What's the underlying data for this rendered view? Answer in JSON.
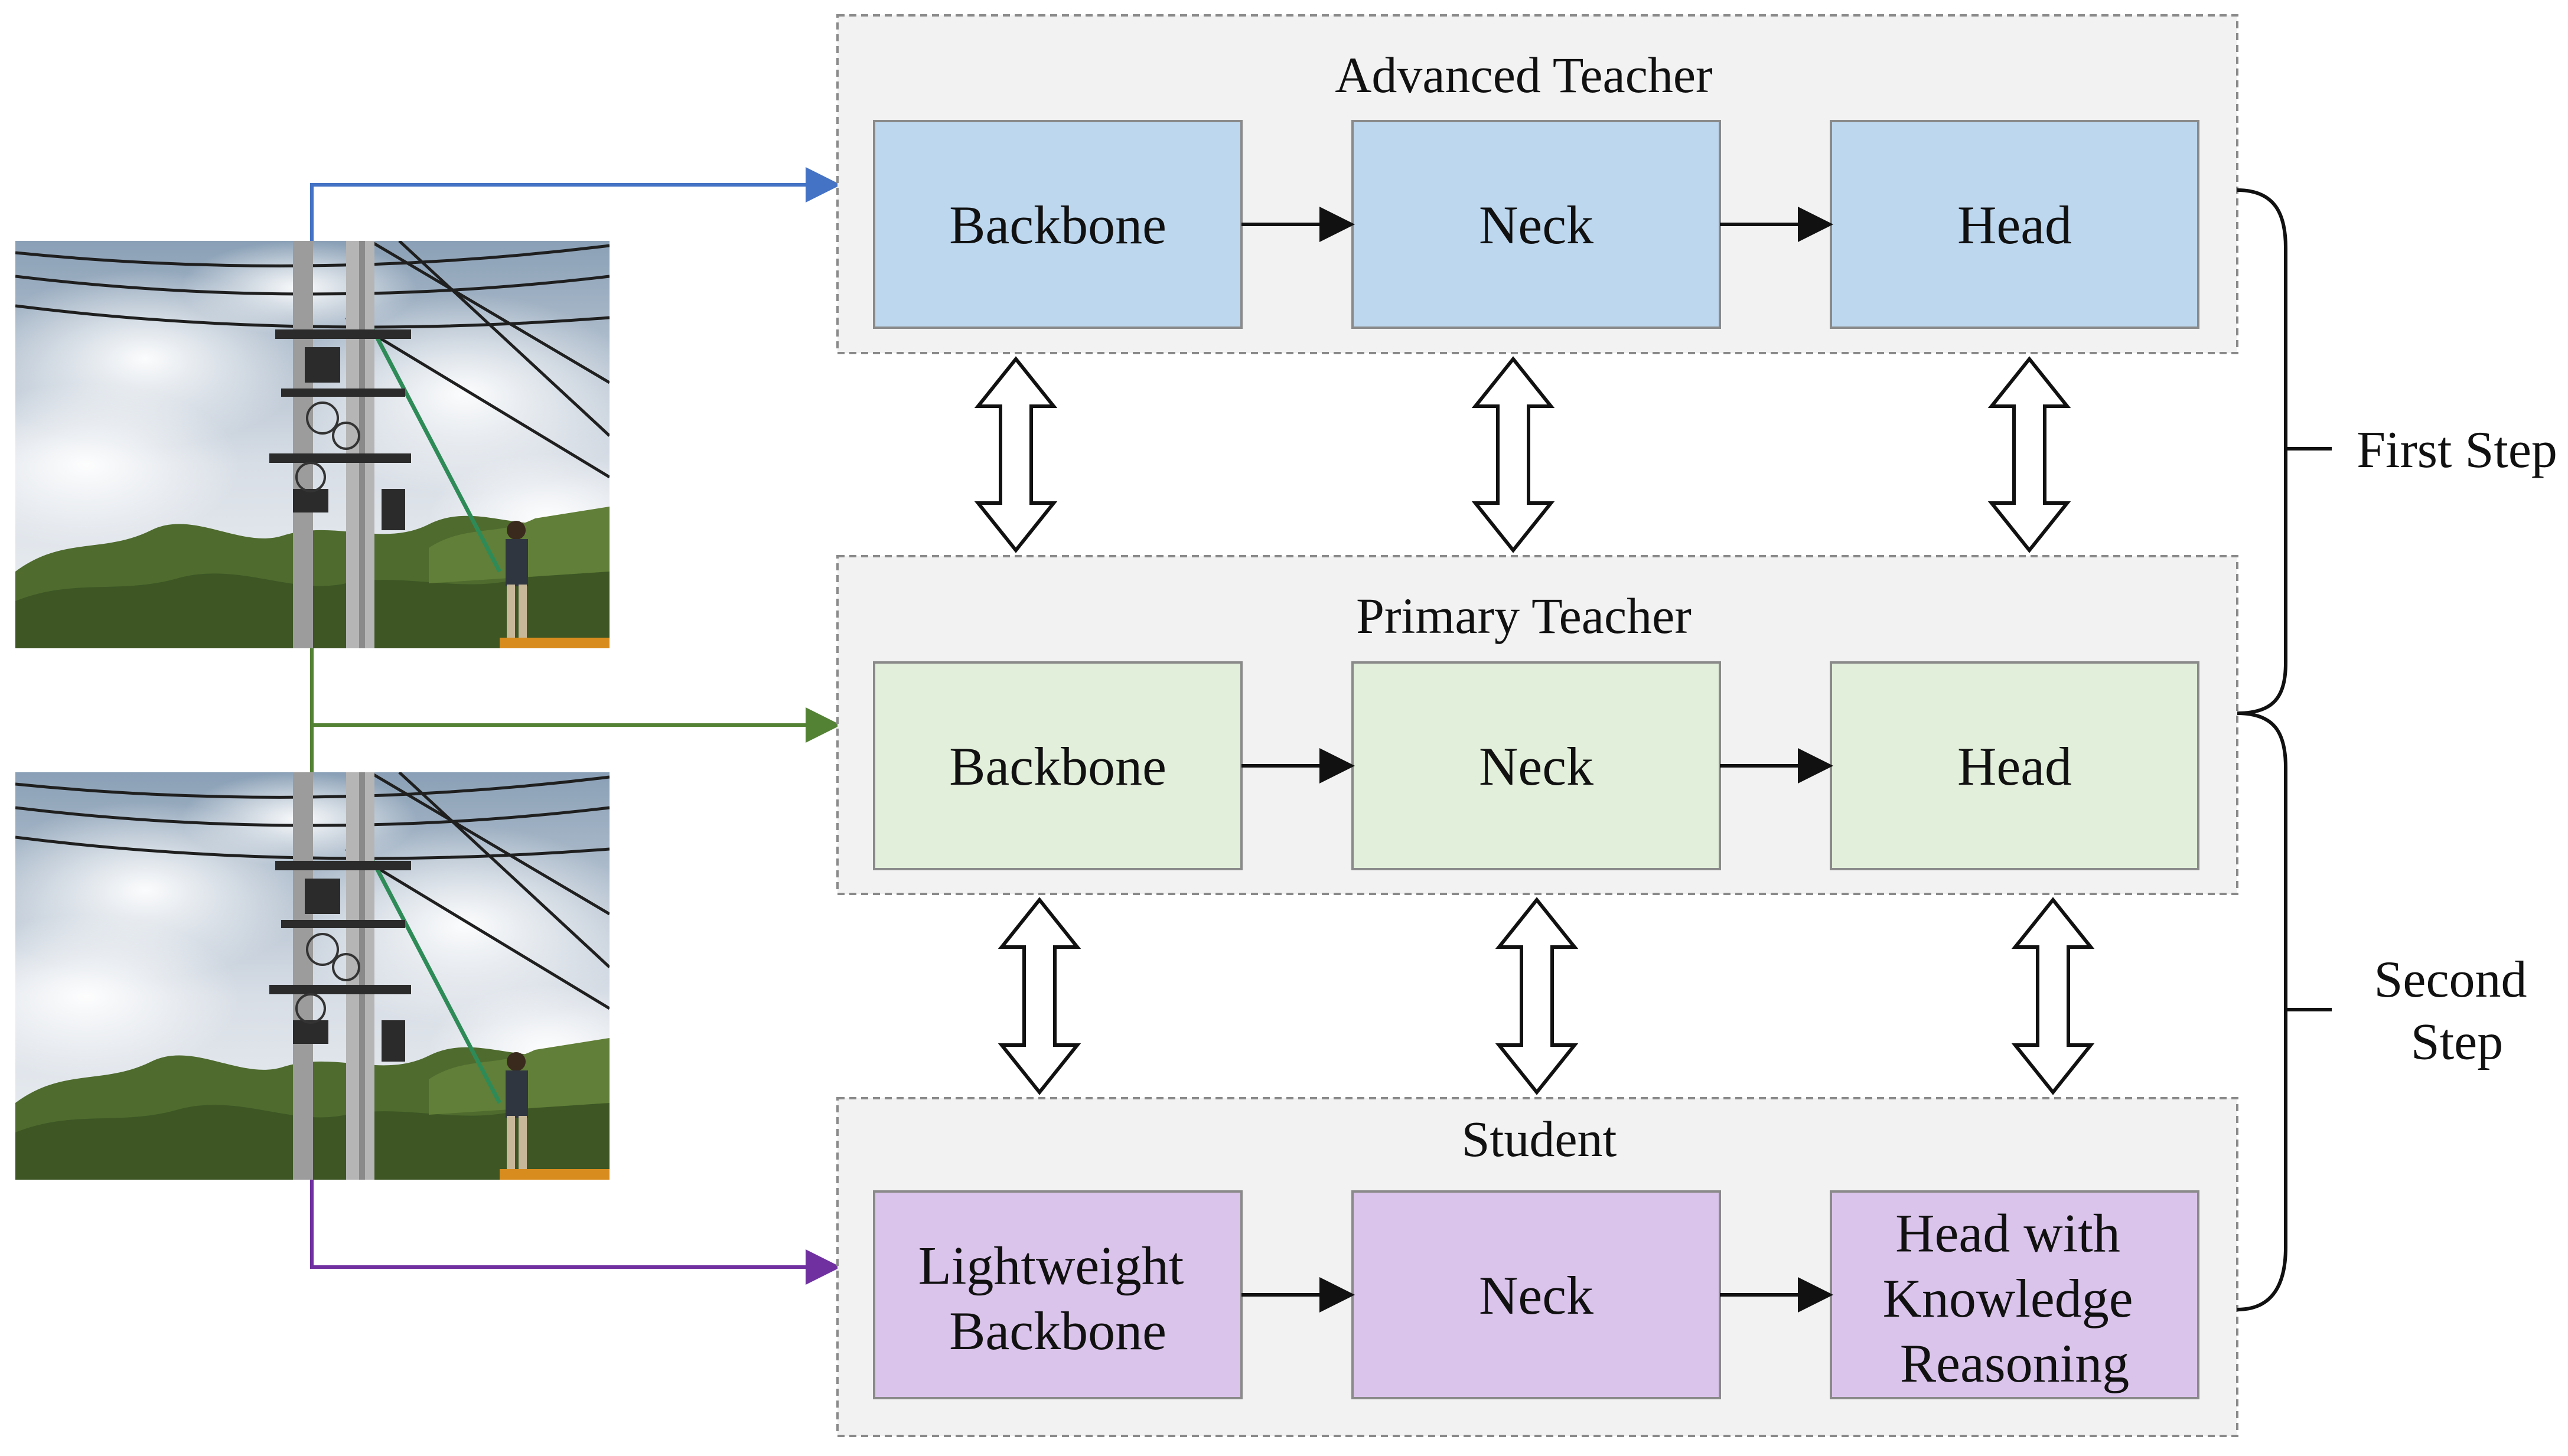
{
  "groups": {
    "advanced": {
      "title": "Advanced Teacher",
      "fill": "#bdd7ee",
      "modules": {
        "backbone": [
          "Backbone"
        ],
        "neck": [
          "Neck"
        ],
        "head": [
          "Head"
        ]
      }
    },
    "primary": {
      "title": "Primary Teacher",
      "fill": "#e2efda",
      "modules": {
        "backbone": [
          "Backbone"
        ],
        "neck": [
          "Neck"
        ],
        "head": [
          "Head"
        ]
      }
    },
    "student": {
      "title": "Student",
      "fill": "#dbc4eb",
      "modules": {
        "backbone": [
          "Lightweight",
          "Backbone"
        ],
        "neck": [
          "Neck"
        ],
        "head": [
          "Head with",
          "Knowledge",
          "Reasoning"
        ]
      }
    }
  },
  "steps": {
    "first": [
      "First Step"
    ],
    "second": [
      "Second",
      "Step"
    ]
  },
  "colors": {
    "group_bg": "#f2f2f2",
    "group_border": "#8a8a8a",
    "advanced_arrow": "#4472c4",
    "primary_arrow": "#548235",
    "student_arrow": "#7030a0",
    "sky": "#c9d4de",
    "vegetation": "#4f6b2e"
  },
  "photos": [
    {
      "name": "input-photo-top",
      "icon": "power-pole-worker-photo"
    },
    {
      "name": "input-photo-bottom",
      "icon": "power-pole-worker-photo"
    }
  ]
}
